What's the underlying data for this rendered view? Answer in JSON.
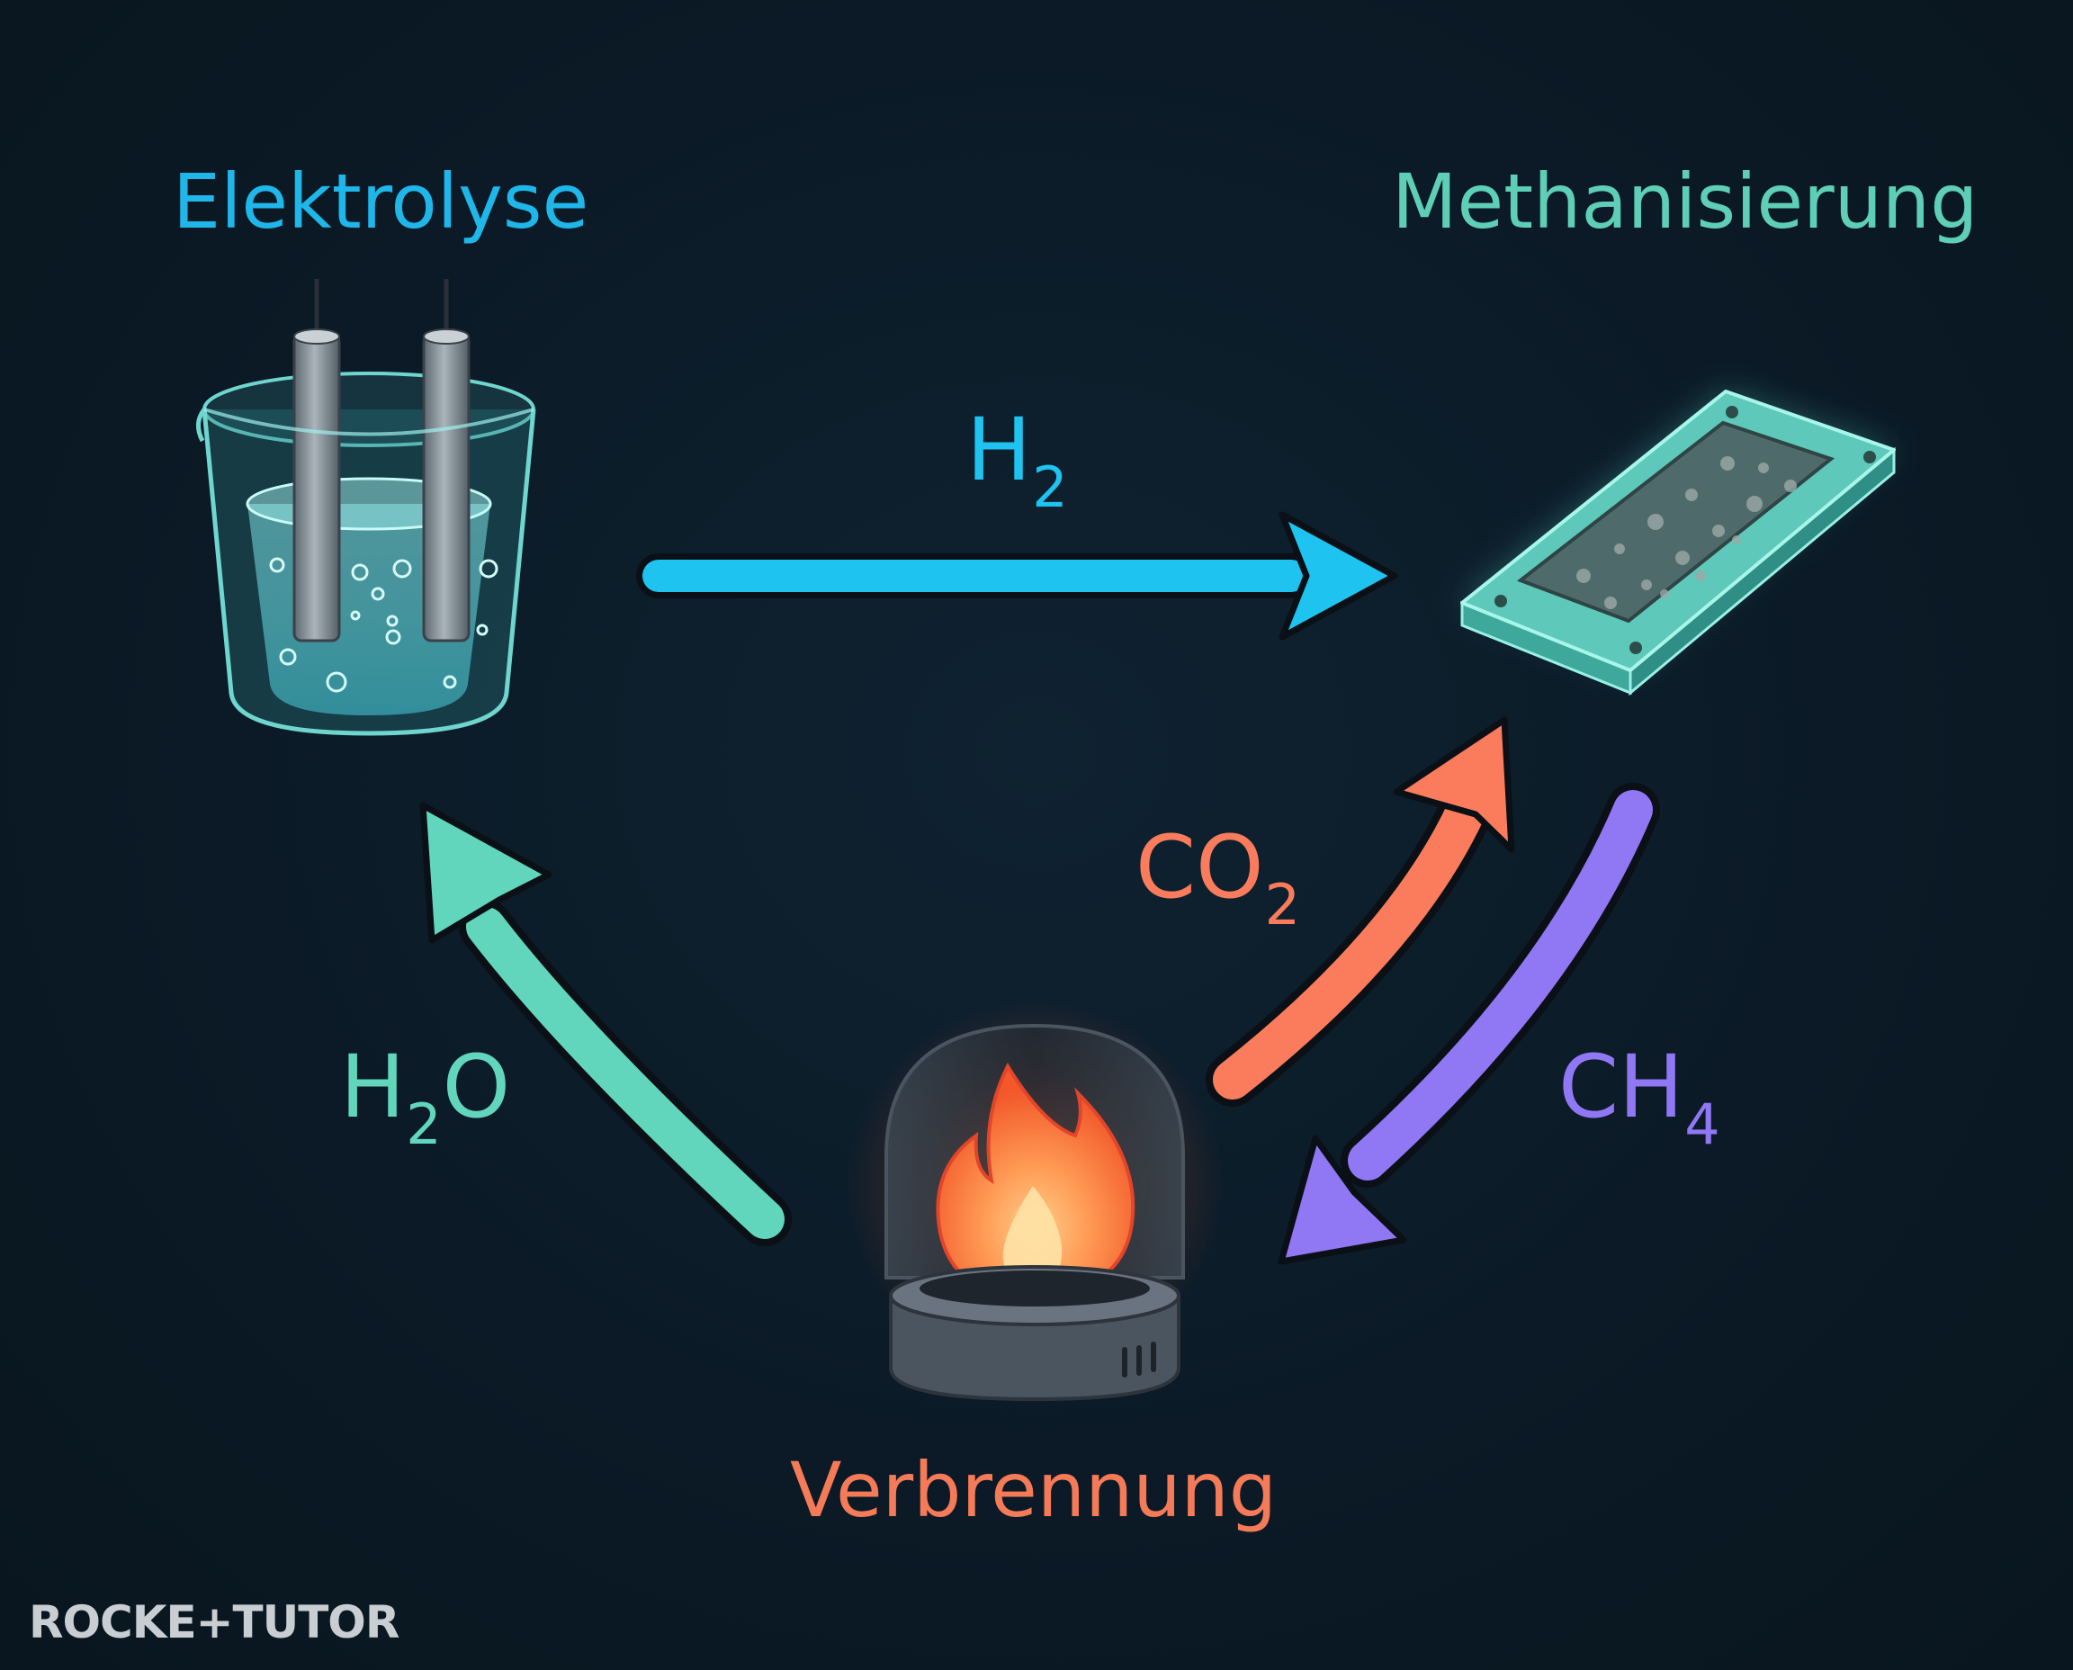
{
  "colors": {
    "background": "#0b1a26",
    "elektrolyse": "#1fb6ea",
    "methanisierung": "#5ecfb6",
    "verbrennung": "#f47a58",
    "h2_arrow": "#1ec3f0",
    "co2_arrow": "#fa7c5c",
    "ch4_arrow": "#9078f5",
    "h2o_arrow": "#62d6bd"
  },
  "stages": {
    "elektrolyse": {
      "label": "Elektrolyse",
      "icon": "beaker-electrodes-icon"
    },
    "methanisierung": {
      "label": "Methanisierung",
      "icon": "catalyst-plate-icon"
    },
    "verbrennung": {
      "label": "Verbrennung",
      "icon": "burner-flame-icon"
    }
  },
  "flows": {
    "h2": {
      "main": "H",
      "sub": "2",
      "tail": ""
    },
    "co2": {
      "main": "CO",
      "sub": "2",
      "tail": ""
    },
    "ch4": {
      "main": "CH",
      "sub": "4",
      "tail": ""
    },
    "h2o": {
      "main": "H",
      "sub": "2",
      "tail": "O"
    }
  },
  "brand": "ROCKE+TUTOR"
}
